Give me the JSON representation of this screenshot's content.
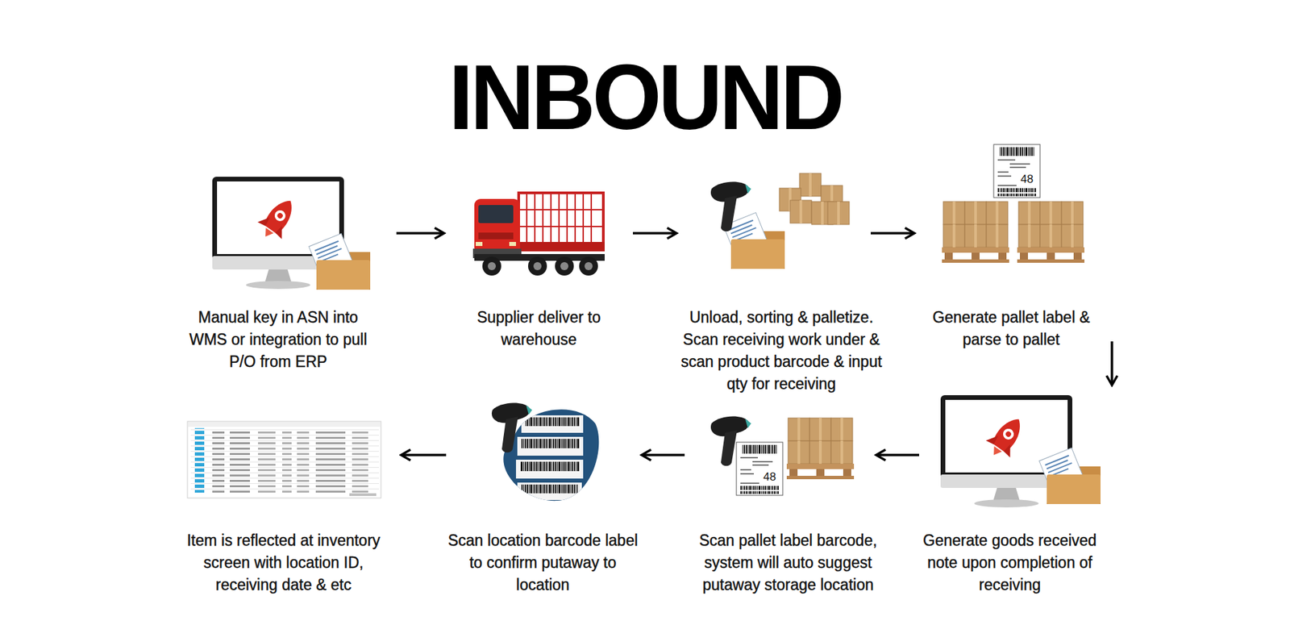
{
  "diagram": {
    "title": "INBOUND",
    "nodes": [
      {
        "text": [
          "Manual key in ASN into WMS or integration to pull P/O from ERP"
        ]
      },
      {
        "text": [
          "Supplier deliver to warehouse"
        ]
      },
      {
        "text": [
          "Unload, sorting & palletize. Scan receiving work under & scan product barcode & input qty for receiving"
        ]
      },
      {
        "text": [
          "Generate pallet label & parse to pallet"
        ]
      },
      {
        "text": [
          "Generate goods received note upon completion of receiving"
        ]
      },
      {
        "text": [
          "Scan pallet label barcode, system will auto suggest putaway storage location"
        ]
      },
      {
        "text": [
          "Scan location barcode label to confirm putaway to location"
        ]
      },
      {
        "text": [
          "Item is reflected at inventory screen with location ID, receiving date & etc"
        ]
      }
    ],
    "edges": [
      {
        "from": 0,
        "to": 1,
        "arrow": "to"
      },
      {
        "from": 1,
        "to": 2,
        "arrow": "to"
      },
      {
        "from": 2,
        "to": 3,
        "arrow": "to"
      },
      {
        "from": 3,
        "to": 4,
        "arrow": "to"
      },
      {
        "from": 4,
        "to": 5,
        "arrow": "to"
      },
      {
        "from": 5,
        "to": 6,
        "arrow": "to"
      },
      {
        "from": 6,
        "to": 7,
        "arrow": "to"
      }
    ],
    "labels": [
      "48",
      "48"
    ]
  }
}
